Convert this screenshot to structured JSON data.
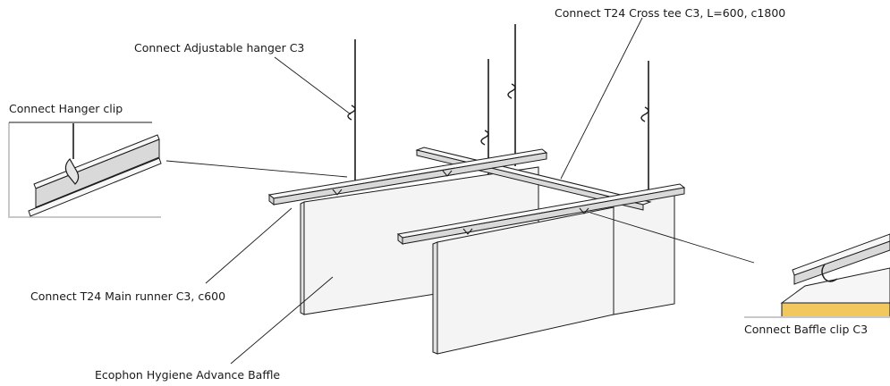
{
  "labels": {
    "cross_tee": "Connect T24 Cross tee C3, L=600, c1800",
    "adjustable_hanger": "Connect Adjustable hanger C3",
    "hanger_clip": "Connect Hanger clip",
    "main_runner": "Connect T24 Main runner C3, c600",
    "baffle": "Ecophon Hygiene Advance Baffle",
    "baffle_clip": "Connect Baffle clip C3"
  },
  "colors": {
    "line": "#1a1a1a",
    "panel": "#f4f4f4",
    "rail": "#d9d9d9",
    "baffle_core": "#f2c75c",
    "frame": "#c8c8c8"
  }
}
